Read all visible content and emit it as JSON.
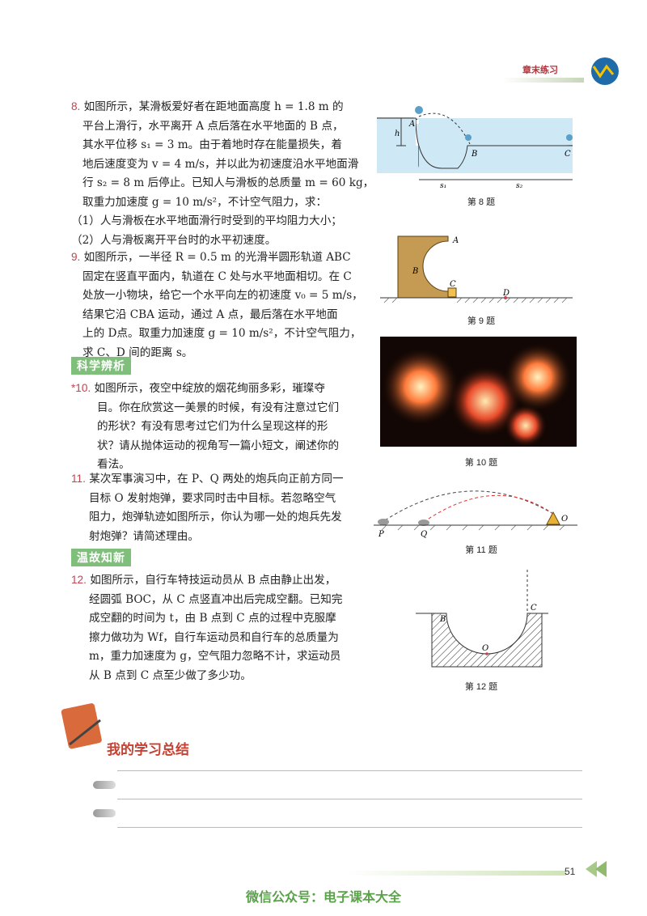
{
  "header": {
    "tag": "章末练习"
  },
  "questions": {
    "q8": {
      "num": "8.",
      "lines": [
        "如图所示，某滑板爱好者在距地面高度 h = 1.8 m 的",
        "平台上滑行，水平离开 A 点后落在水平地面的 B 点，",
        "其水平位移 s₁ = 3 m。由于着地时存在能量损失，着",
        "地后速度变为 v = 4 m/s，并以此为初速度沿水平地面滑",
        "行 s₂ = 8 m 后停止。已知人与滑板的总质量 m = 60 kg，",
        "取重力加速度 g = 10 m/s²，不计空气阻力，求："
      ],
      "subs": [
        "（1）人与滑板在水平地面滑行时受到的平均阻力大小；",
        "（2）人与滑板离开平台时的水平初速度。"
      ]
    },
    "q9": {
      "num": "9.",
      "lines": [
        "如图所示，一半径 R = 0.5 m 的光滑半圆形轨道 ABC",
        "固定在竖直平面内，轨道在 C 处与水平地面相切。在 C",
        "处放一小物块，给它一个水平向左的初速度 v₀ = 5 m/s，",
        "结果它沿 CBA 运动，通过 A 点，最后落在水平地面",
        "上的 D点。取重力加速度 g = 10 m/s²，不计空气阻力，",
        "求 C、D 间的距离 s。"
      ]
    },
    "q10": {
      "num": "*10.",
      "lines": [
        "如图所示，夜空中绽放的烟花绚丽多彩，璀璨夺",
        "目。你在欣赏这一美景的时候，有没有注意过它们",
        "的形状？有没有思考过它们为什么呈现这样的形",
        "状？请从抛体运动的视角写一篇小短文，阐述你的",
        "看法。"
      ]
    },
    "q11": {
      "num": "11.",
      "lines": [
        "某次军事演习中，在 P、Q 两处的炮兵向正前方同一",
        "目标 O 发射炮弹，要求同时击中目标。若忽略空气",
        "阻力，炮弹轨迹如图所示，你认为哪一处的炮兵先发",
        "射炮弹？请简述理由。"
      ]
    },
    "q12": {
      "num": "12.",
      "lines": [
        "如图所示，自行车特技运动员从 B 点由静止出发，",
        "经圆弧 BOC，从 C 点竖直冲出后完成空翻。已知完",
        "成空翻的时间为 t，由 B 点到 C 点的过程中克服摩",
        "擦力做功为 Wf，自行车运动员和自行车的总质量为",
        "m，重力加速度为 g，空气阻力忽略不计，求运动员",
        "从 B 点到 C 点至少做了多少功。"
      ]
    }
  },
  "sections": {
    "science": "科学辨析",
    "review": "温故知新"
  },
  "figures": {
    "fig8": {
      "caption": "第 8 题",
      "labels": {
        "A": "A",
        "B": "B",
        "C": "C",
        "h": "h",
        "s1": "s₁",
        "s2": "s₂"
      }
    },
    "fig9": {
      "caption": "第 9 题",
      "labels": {
        "A": "A",
        "B": "B",
        "C": "C",
        "D": "D"
      }
    },
    "fig10": {
      "caption": "第 10 题"
    },
    "fig11": {
      "caption": "第 11 题",
      "labels": {
        "P": "P",
        "Q": "Q",
        "O": "O"
      }
    },
    "fig12": {
      "caption": "第 12 题",
      "labels": {
        "B": "B",
        "C": "C",
        "O": "O"
      }
    }
  },
  "summary": {
    "title": "我的学习总结"
  },
  "page_number": "51",
  "footer": "微信公众号：电子课本大全",
  "colors": {
    "accent_red": "#c8414e",
    "section_green": "#7fbf7b",
    "water_blue": "#cfe8f6",
    "footer_green": "#5aa24a"
  }
}
